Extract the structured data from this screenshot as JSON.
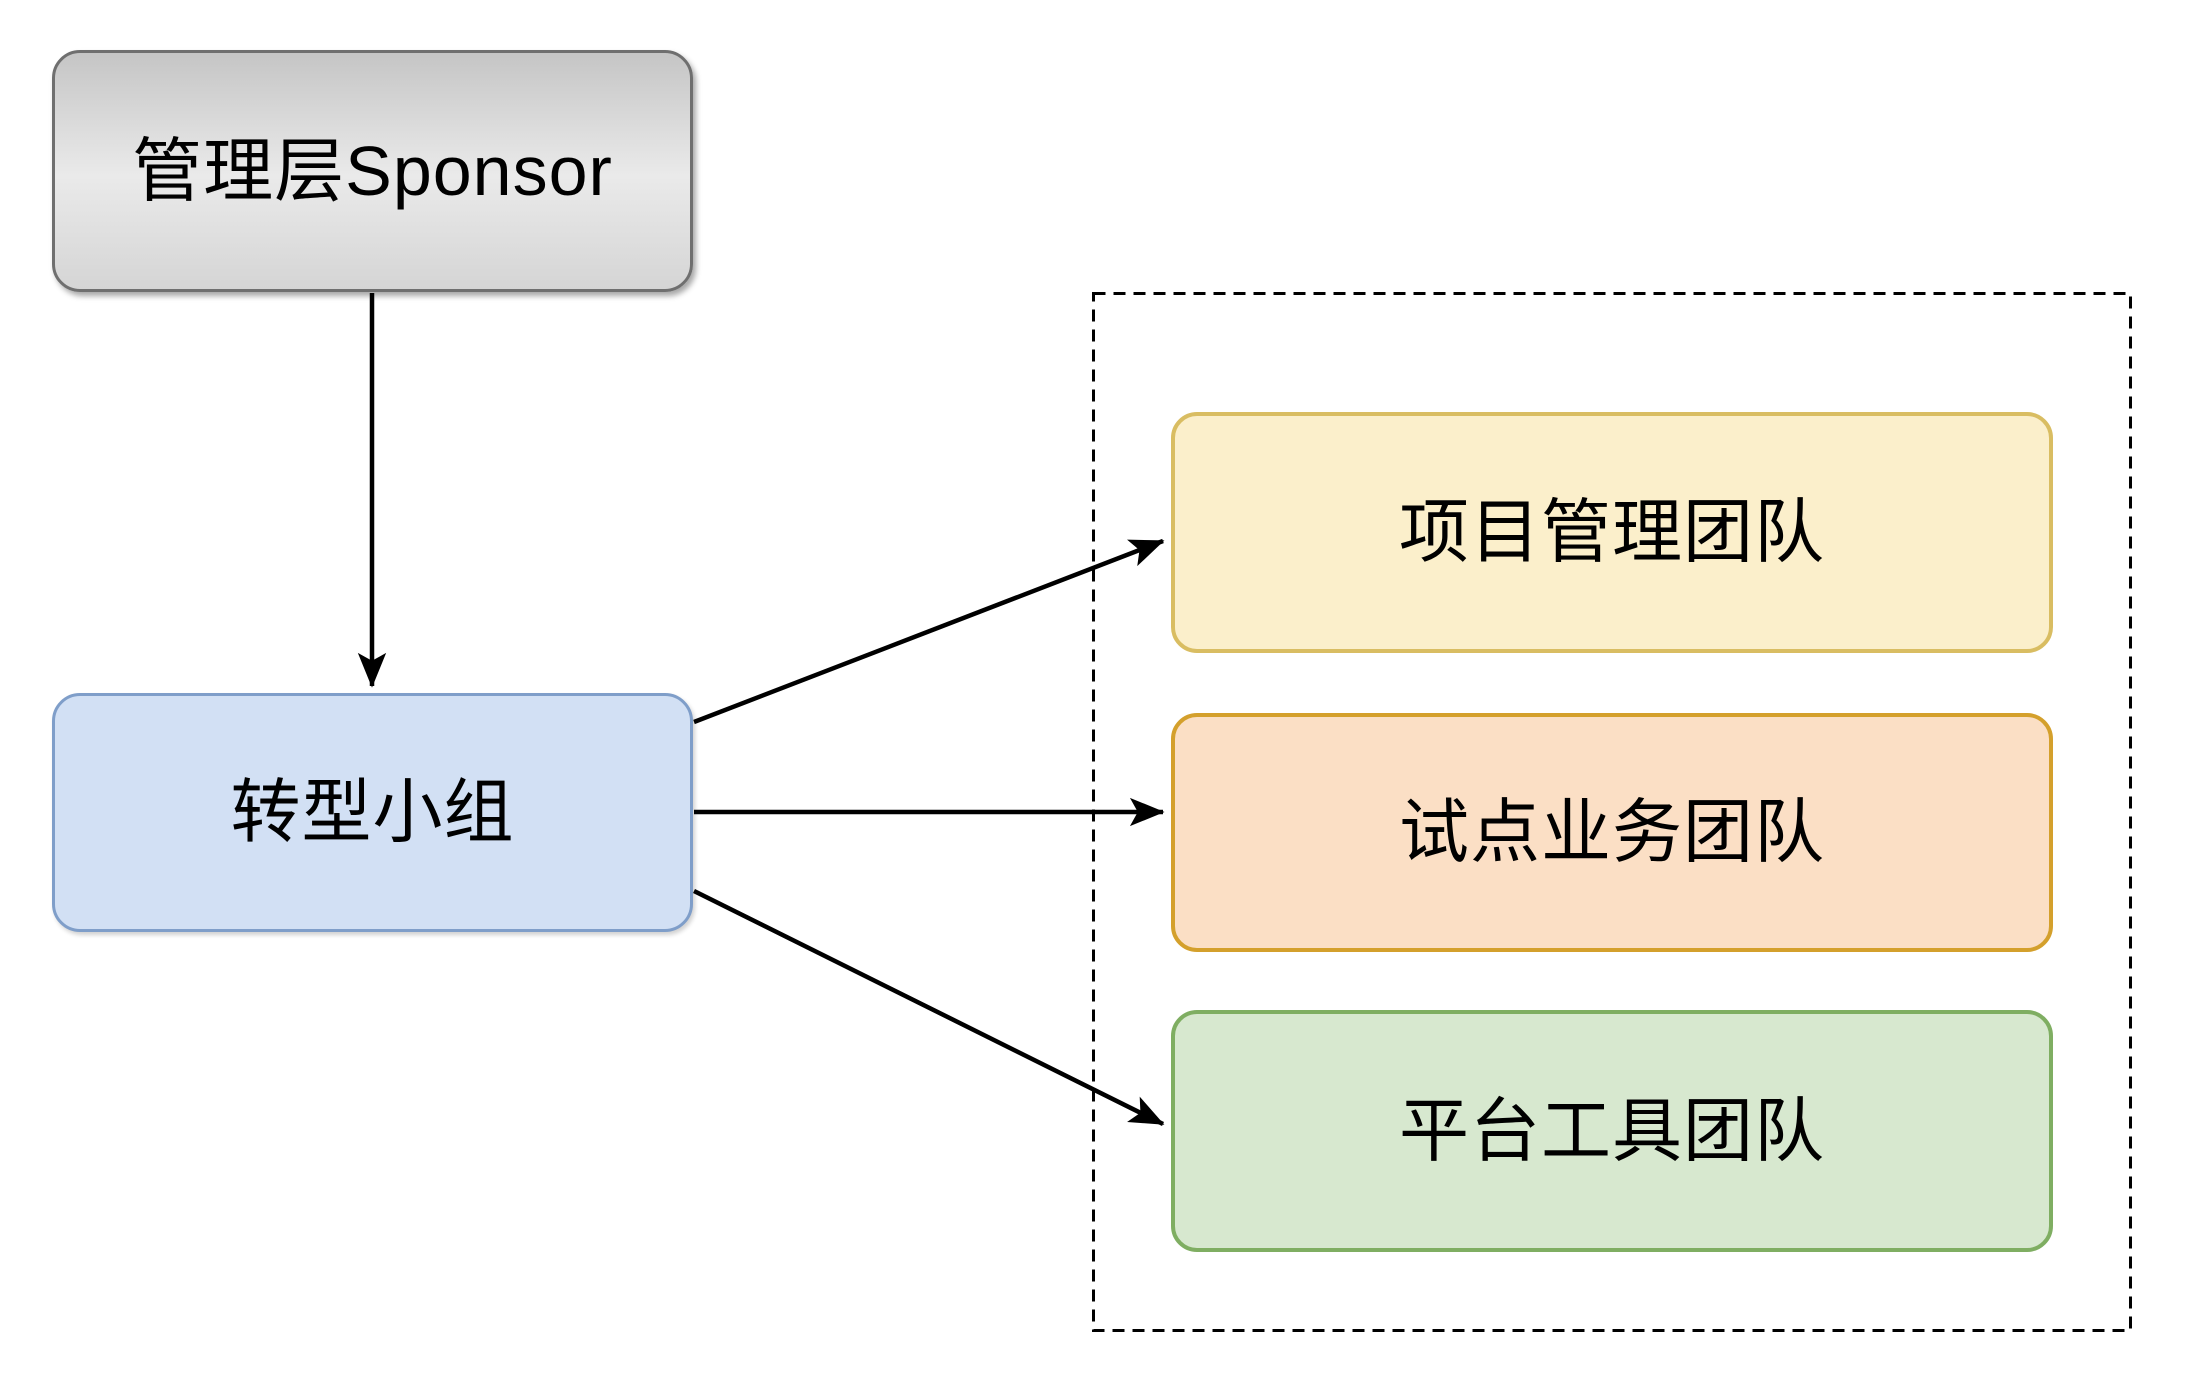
{
  "diagram": {
    "type": "flowchart",
    "background": "#ffffff",
    "arrow_color": "#000000",
    "nodes": [
      {
        "id": "sponsor",
        "label": "管理层Sponsor",
        "fill": "#d9d9d9",
        "fill_gradient": [
          "#c5c5c5",
          "#eaeaea",
          "#d5d5d5"
        ],
        "border_color": "#6f6f6f",
        "text_color": "#000000"
      },
      {
        "id": "transformation-group",
        "label": "转型小组",
        "fill": "#d2e0f4",
        "border_color": "#7f9ec9",
        "text_color": "#000000"
      },
      {
        "id": "project-management-team",
        "label": "项目管理团队",
        "fill": "#fbefcb",
        "border_color": "#d9bd62",
        "text_color": "#000000",
        "group": "teams-dashed-group"
      },
      {
        "id": "pilot-business-team",
        "label": "试点业务团队",
        "fill": "#fbdfc5",
        "border_color": "#d4a02c",
        "text_color": "#000000",
        "group": "teams-dashed-group"
      },
      {
        "id": "platform-tools-team",
        "label": "平台工具团队",
        "fill": "#d7e8cf",
        "border_color": "#7fae62",
        "text_color": "#000000",
        "group": "teams-dashed-group"
      }
    ],
    "edges": [
      {
        "from": "sponsor",
        "to": "transformation-group",
        "style": "solid-arrow"
      },
      {
        "from": "transformation-group",
        "to": "project-management-team",
        "style": "solid-arrow"
      },
      {
        "from": "transformation-group",
        "to": "pilot-business-team",
        "style": "solid-arrow"
      },
      {
        "from": "transformation-group",
        "to": "platform-tools-team",
        "style": "solid-arrow"
      }
    ],
    "groups": [
      {
        "id": "teams-dashed-group",
        "label": "",
        "border_style": "dashed",
        "border_color": "#000000",
        "fill": "none"
      }
    ]
  }
}
